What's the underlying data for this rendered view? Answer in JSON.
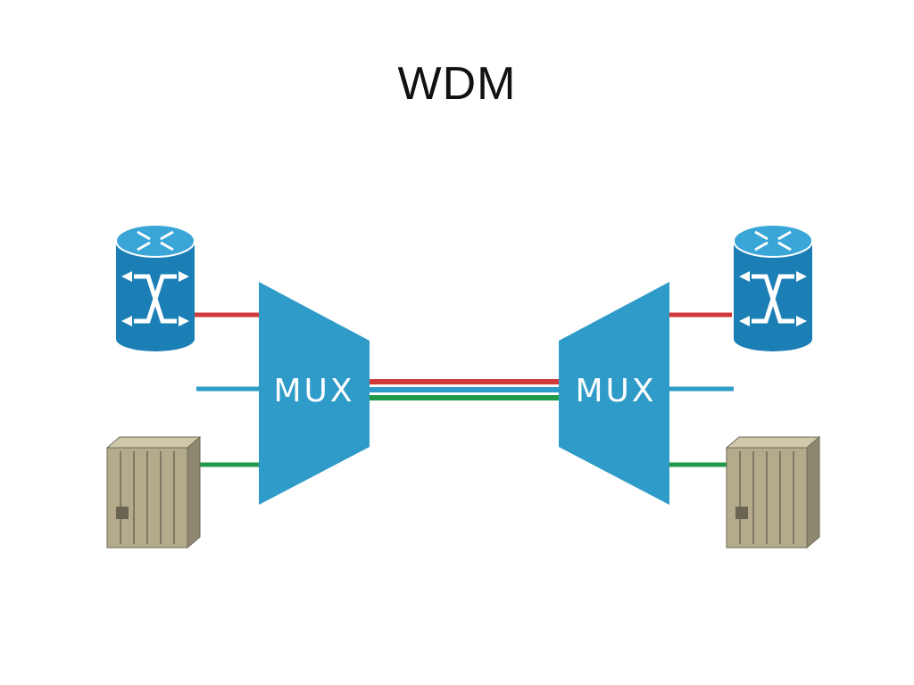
{
  "title": "WDM",
  "mux_left": {
    "label": "MUX"
  },
  "mux_right": {
    "label": "MUX"
  },
  "icons": {
    "router": "router-icon",
    "switch_chassis": "switch-chassis-icon"
  },
  "colors": {
    "mux": "#2f9bc9",
    "router_body": "#1b7fb6",
    "router_top": "#2b9ad0",
    "chassis": "#b3ab8c",
    "red": "#d23a3a",
    "blue": "#2f9bc9",
    "green": "#1f9a4a"
  }
}
